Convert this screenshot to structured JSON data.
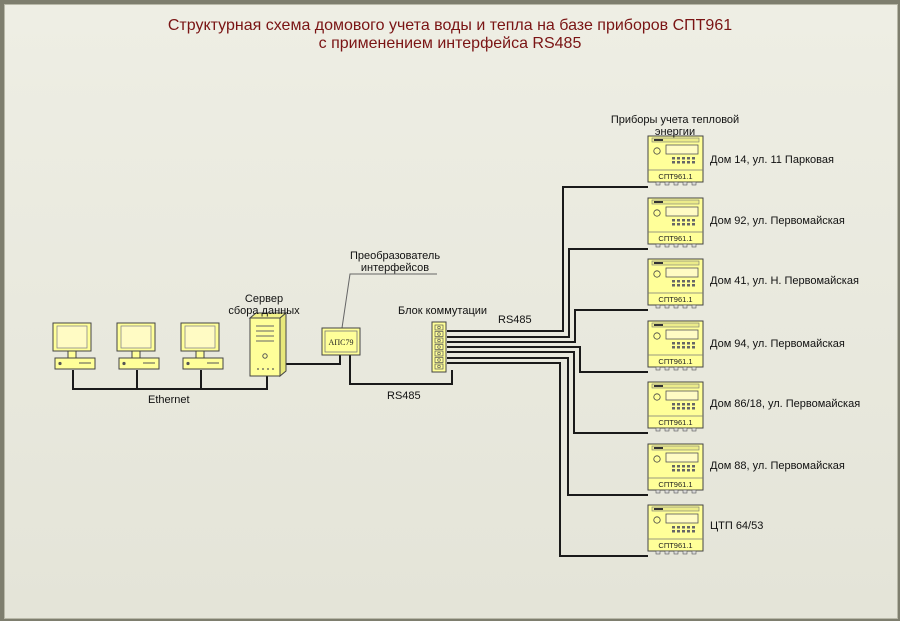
{
  "title": {
    "line1": "Структурная схема домового учета воды и тепла на базе приборов СПТ961",
    "line2": "с применением интерфейса RS485"
  },
  "labels": {
    "ethernet": "Ethernet",
    "server_line1": "Сервер",
    "server_line2": "сбора данных",
    "converter_line1": "Преобразователь",
    "converter_line2": "интерфейсов",
    "converter_model": "АПС79",
    "switch_block": "Блок коммутации",
    "rs485_top": "RS485",
    "rs485_bottom": "RS485",
    "meters_header_line1": "Приборы учета тепловой",
    "meters_header_line2": "энергии"
  },
  "meters": [
    {
      "model": "СПТ961.1",
      "location": "Дом 14, ул. 11 Парковая"
    },
    {
      "model": "СПТ961.1",
      "location": "Дом 92, ул. Первомайская"
    },
    {
      "model": "СПТ961.1",
      "location": "Дом 41, ул. Н. Первомайская"
    },
    {
      "model": "СПТ961.1",
      "location": "Дом 94, ул. Первомайская"
    },
    {
      "model": "СПТ961.1",
      "location": "Дом 86/18, ул. Первомайская"
    },
    {
      "model": "СПТ961.1",
      "location": "Дом 88, ул. Первомайская"
    },
    {
      "model": "СПТ961.1",
      "location": "ЦТП 64/53"
    }
  ],
  "workstations_count": 3,
  "colors": {
    "device_fill": "#ffff99",
    "device_stroke": "#444444",
    "wire": "#1a1a1a",
    "title": "#7a1414"
  }
}
